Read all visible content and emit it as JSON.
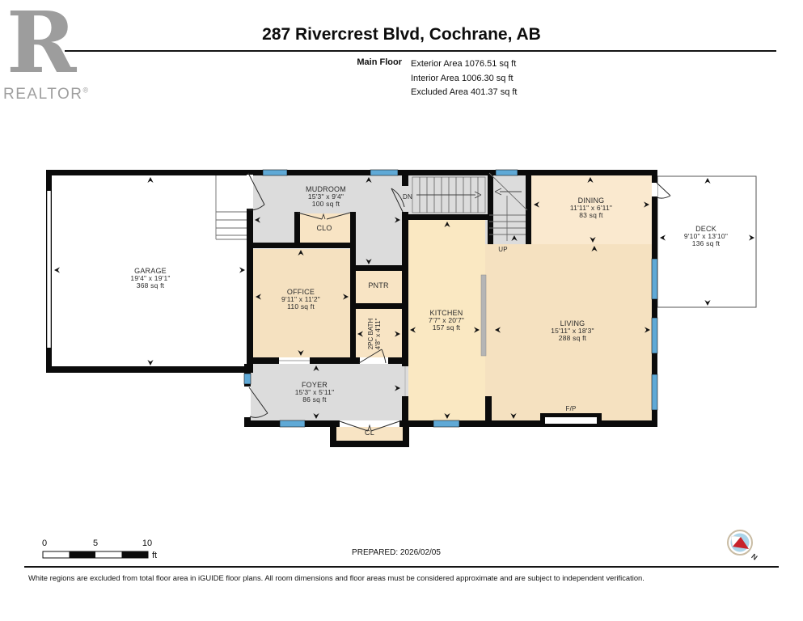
{
  "header": {
    "logo": {
      "letter": "R",
      "word": "REALTOR",
      "registered": "®"
    },
    "title": "287 Rivercrest Blvd, Cochrane, AB",
    "floor_label": "Main Floor",
    "stats": [
      "Exterior Area 1076.51 sq ft",
      "Interior Area 1006.30 sq ft",
      "Excluded Area 401.37 sq ft"
    ]
  },
  "rooms": {
    "garage": {
      "name": "GARAGE",
      "dims": "19'4\" x 19'1\"",
      "area": "368 sq ft"
    },
    "mudroom": {
      "name": "MUDROOM",
      "dims": "15'3\" x 9'4\"",
      "area": "100 sq ft"
    },
    "clo": {
      "name": "CLO"
    },
    "office": {
      "name": "OFFICE",
      "dims": "9'11\" x 11'2\"",
      "area": "110 sq ft"
    },
    "pntr": {
      "name": "PNTR"
    },
    "bath": {
      "name": "2PC BATH",
      "dims": "4'8\" x 4'11\""
    },
    "kitchen": {
      "name": "KITCHEN",
      "dims": "7'7\" x 20'7\"",
      "area": "157 sq ft"
    },
    "living": {
      "name": "LIVING",
      "dims": "15'11\" x 18'3\"",
      "area": "288 sq ft"
    },
    "dining": {
      "name": "DINING",
      "dims": "11'11\" x 6'11\"",
      "area": "83 sq ft"
    },
    "deck": {
      "name": "DECK",
      "dims": "9'10\" x 13'10\"",
      "area": "136 sq ft"
    },
    "foyer": {
      "name": "FOYER",
      "dims": "15'3\" x 5'11\"",
      "area": "86 sq ft"
    },
    "cl": {
      "name": "CL"
    },
    "fp": {
      "name": "F/P"
    },
    "dn": {
      "label": "DN"
    },
    "up": {
      "label": "UP"
    }
  },
  "footer": {
    "scale": {
      "tick0": "0",
      "tick5": "5",
      "tick10": "10",
      "unit": "ft"
    },
    "prepared": "PREPARED: 2026/02/05",
    "compass_n": "N",
    "disclaimer": "White regions are excluded from total floor area in iGUIDE floor plans. All room dimensions and floor areas must be considered approximate and are subject to independent verification."
  },
  "colors": {
    "wall": "#0b0b0b",
    "floor_gray": "#dcdcdc",
    "room_tan": "#f5e1c0",
    "dining_cream": "#fae9cf",
    "kitchen_yellow": "#fae8c2",
    "window_blue": "#5fa9d6",
    "island_gray": "#b5b5b5",
    "compass_red": "#c8232b",
    "compass_blue": "#abd4e9"
  }
}
